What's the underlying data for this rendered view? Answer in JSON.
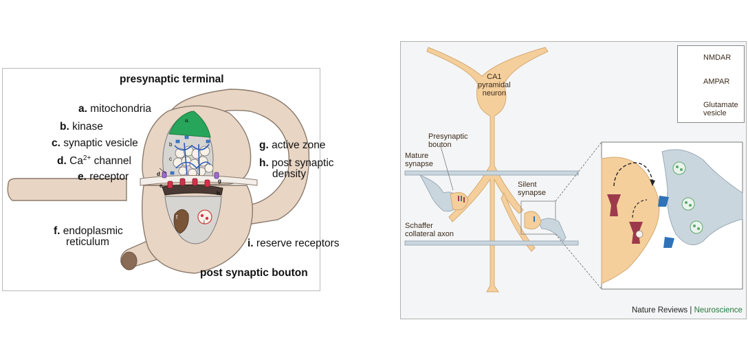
{
  "left": {
    "title_top": "presynaptic terminal",
    "title_bottom": "post synaptic bouton",
    "labels": {
      "a_key": "a.",
      "a_text": " mitochondria",
      "b_key": "b.",
      "b_text": " kinase",
      "c_key": "c.",
      "c_text": " synaptic vesicle",
      "d_key": "d.",
      "d_text": " Ca",
      "d_sup": "2+",
      "d_text2": " channel",
      "e_key": "e.",
      "e_text": " receptor",
      "f_key": "f.",
      "f_text": " endoplasmic",
      "f_text2": "reticulum",
      "g_key": "g.",
      "g_text": " active zone",
      "h_key": "h.",
      "h_text": " post synaptic",
      "h_text2": "density",
      "i_key": "i.",
      "i_text": " reserve receptors"
    },
    "inner_letters": [
      "a.",
      "b",
      "c",
      "d",
      "e",
      "f",
      "g",
      "h",
      "i"
    ]
  },
  "right": {
    "neuron_label": [
      "CA1",
      "pyramidal",
      "neuron"
    ],
    "presynaptic_bouton": [
      "Presynaptic",
      "bouton"
    ],
    "mature_synapse": [
      "Mature",
      "synapse"
    ],
    "silent_synapse": [
      "Silent",
      "synapse"
    ],
    "schaffer_axon": [
      "Schaffer",
      "collateral axon"
    ],
    "legend": {
      "nmdar": "NMDAR",
      "ampar": "AMPAR",
      "glutamate": [
        "Glutamate",
        "vesicle"
      ]
    },
    "credit_prefix": "Nature Reviews",
    "credit_sep": " | ",
    "credit_journal": "Neuroscience"
  },
  "colors": {
    "tan": "#e8d5c4",
    "tan_stroke": "#8a7a6c",
    "neuron_orange": "#f4cf9c",
    "mitochondria_green": "#27a55a",
    "nmdar_blue": "#2f72b8",
    "ampar_red": "#9c3a4b",
    "glutamate_green": "#5aa86a",
    "axon_blue": "#cad6de"
  }
}
